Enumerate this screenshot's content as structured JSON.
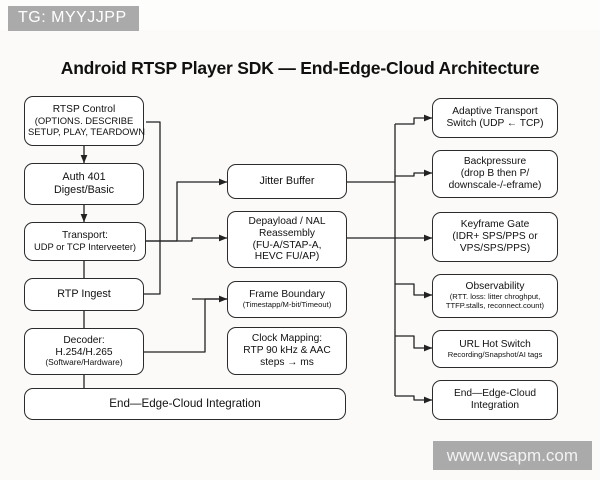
{
  "badge": {
    "label": "TG: MYYJJPP"
  },
  "watermark": {
    "label": "www.wsapm.com"
  },
  "title": "Android RTSP Player SDK — End-Edge-Cloud Architecture",
  "diagram": {
    "type": "flowchart",
    "left_column": [
      {
        "id": "rtsp-control",
        "lines": [
          "RTSP Control",
          "(OPTIONS. DESCRIBE",
          "SETUP, PLAY, TEARDOWN"
        ]
      },
      {
        "id": "auth",
        "lines": [
          "Auth 401",
          "Digest/Basic"
        ]
      },
      {
        "id": "transport",
        "lines": [
          "Transport:",
          "UDP or TCP Interveeter)"
        ]
      },
      {
        "id": "rtp-ingest",
        "lines": [
          "RTP Ingest"
        ]
      },
      {
        "id": "decoder",
        "lines": [
          "Decoder:",
          "H.254/H.265",
          "(Software/Hardware)"
        ]
      }
    ],
    "footer_bar": {
      "id": "integration-bar",
      "lines": [
        "End—Edge-Cloud Integration"
      ]
    },
    "middle_column": [
      {
        "id": "jitter-buffer",
        "lines": [
          "Jitter Buffer"
        ]
      },
      {
        "id": "depayload",
        "lines": [
          "Depayload / NAL",
          "Reassembly",
          "(FU-A/STAP-A,",
          "HEVC FU/AP)"
        ]
      },
      {
        "id": "frame-boundary",
        "lines": [
          "Frame Boundary",
          "(Timestapp/M-bit/Timeout)"
        ]
      },
      {
        "id": "clock-mapping",
        "lines": [
          "Clock Mapping:",
          "RTP 90 kHz & AAC",
          "steps → ms"
        ]
      }
    ],
    "right_column": [
      {
        "id": "adaptive-transport-switch",
        "lines": [
          "Adaptive Transport",
          "Switch (UDP ← TCP)"
        ]
      },
      {
        "id": "backpressure",
        "lines": [
          "Backpressure",
          "(drop B then P/",
          "downscale-/-eframe)"
        ]
      },
      {
        "id": "keyframe-gate",
        "lines": [
          "Keyframe Gate",
          "(IDR+ SPS/PPS or",
          "VPS/SPS/PPS)"
        ]
      },
      {
        "id": "observability",
        "lines": [
          "Observability",
          "(RTT. loss: litter chroghput,",
          "TTFP.stalls, reconnect.count)"
        ]
      },
      {
        "id": "url-hot-switch",
        "lines": [
          "URL Hot Switch",
          "Recording/Snapshot/AI tags"
        ]
      },
      {
        "id": "end-edge-cloud",
        "lines": [
          "End—Edge-Cloud",
          "Integration"
        ]
      }
    ]
  },
  "colors": {
    "page_background": "#fbfaf8",
    "node_border": "#2b2b2b",
    "node_fill": "#ffffff",
    "text": "#111111",
    "badge_background": "#aaaaaa",
    "link_stroke": "#222222"
  }
}
